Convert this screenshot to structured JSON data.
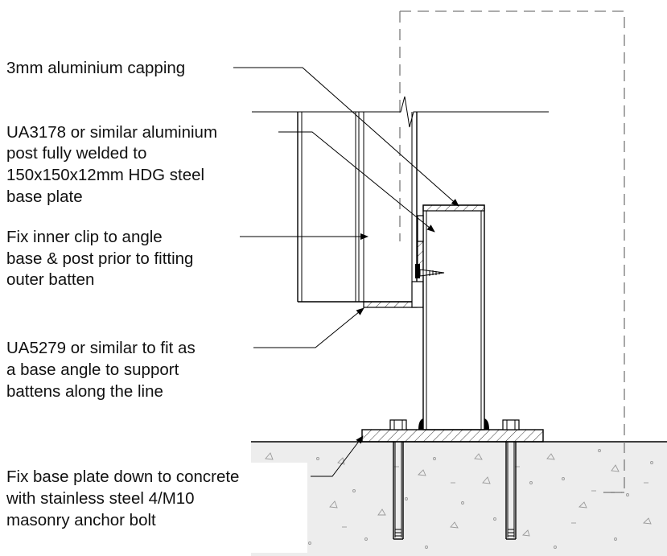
{
  "annotations": [
    {
      "id": "capping",
      "lines": [
        "3mm aluminium capping"
      ]
    },
    {
      "id": "post",
      "lines": [
        "UA3178 or similar aluminium",
        "post fully welded to",
        "150x150x12mm HDG steel",
        "base plate"
      ]
    },
    {
      "id": "clip",
      "lines": [
        "Fix inner clip to angle",
        "base & post prior to fitting",
        "outer batten"
      ]
    },
    {
      "id": "angle",
      "lines": [
        "UA5279 or similar to fit as",
        "a base angle to support",
        "battens along the line"
      ]
    },
    {
      "id": "baseplate",
      "lines": [
        "Fix base plate down to concrete",
        "with stainless steel 4/M10",
        "masonry anchor bolt"
      ]
    }
  ],
  "colors": {
    "line": "#000000",
    "concrete": "#ededed",
    "aggregate": "#9a9a9a",
    "dashed_outline": "#7a7a7a",
    "text": "#111111"
  }
}
